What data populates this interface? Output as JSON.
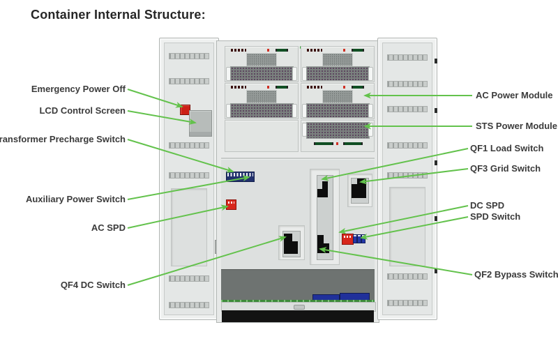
{
  "title": "Container Internal Structure:",
  "colors": {
    "leader_green": "#63c24c",
    "epo_red": "#cc2016",
    "spd_red": "#d8271c",
    "breaker_blue": "#22316d",
    "terminal_blue": "#20309a",
    "base_black": "#131313",
    "label_text": "#3b3b3b"
  },
  "labels": {
    "left": [
      {
        "id": "emergency-power-off",
        "text": "Emergency Power Off"
      },
      {
        "id": "lcd-control-screen",
        "text": "LCD Control Screen"
      },
      {
        "id": "transformer-precharge-switch",
        "text": "Transformer Precharge Switch"
      },
      {
        "id": "auxiliary-power-switch",
        "text": "Auxiliary Power Switch"
      },
      {
        "id": "ac-spd",
        "text": "AC SPD"
      },
      {
        "id": "qf4-dc-switch",
        "text": "QF4 DC Switch"
      }
    ],
    "right": [
      {
        "id": "ac-power-module",
        "text": "AC Power Module"
      },
      {
        "id": "sts-power-module",
        "text": "STS Power Module"
      },
      {
        "id": "qf1-load-switch",
        "text": "QF1 Load Switch"
      },
      {
        "id": "qf3-grid-switch",
        "text": "QF3 Grid Switch"
      },
      {
        "id": "dc-spd",
        "text": "DC SPD"
      },
      {
        "id": "spd-switch",
        "text": "SPD Switch"
      },
      {
        "id": "qf2-bypass-switch",
        "text": "QF2 Bypass Switch"
      }
    ]
  }
}
